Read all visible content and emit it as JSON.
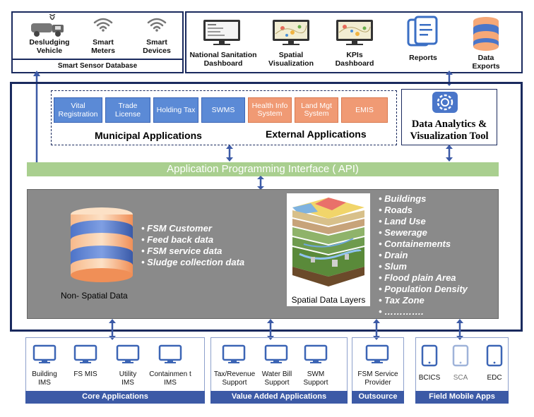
{
  "top_left": {
    "items": [
      {
        "label": "Desludging Vehicle",
        "icon": "truck-icon"
      },
      {
        "label": "Smart Meters",
        "icon": "wifi-icon"
      },
      {
        "label": "Smart Devices",
        "icon": "wifi-icon"
      }
    ],
    "footer": "Smart Sensor Database"
  },
  "top_right": {
    "items": [
      {
        "label": "National Sanitation  Dashboard",
        "icon": "monitor-list-icon"
      },
      {
        "label": "Spatial Visualization",
        "icon": "monitor-map-icon"
      },
      {
        "label": "KPIs Dashboard",
        "icon": "monitor-map-icon"
      },
      {
        "label": "Reports",
        "icon": "document-icon"
      },
      {
        "label": "Data Exports",
        "icon": "database-icon"
      }
    ]
  },
  "applications": {
    "municipal": [
      "Vital Registration",
      "Trade License",
      "Holding Tax",
      "SWMS"
    ],
    "external": [
      "Health Info System",
      "Land Mgt System",
      "EMIS"
    ],
    "municipal_title": "Municipal Applications",
    "external_title": "External Applications"
  },
  "analytics": {
    "title": "Data Analytics & Visualization Tool",
    "icon": "gear-cog-icon"
  },
  "api": {
    "label": "Application Programming Interface ( API)"
  },
  "data": {
    "non_spatial_label": "Non- Spatial Data",
    "non_spatial_items": [
      "FSM Customer",
      "Feed back data",
      "FSM service data",
      "Sludge collection data"
    ],
    "spatial_label": "Spatial Data Layers",
    "spatial_items": [
      "Buildings",
      "Roads",
      "Land Use",
      "Sewerage",
      "Containements",
      "Drain",
      "Slum",
      "Flood plain Area",
      "Population Density",
      "Tax Zone",
      "…………."
    ]
  },
  "bottom": {
    "core": {
      "title": "Core Applications",
      "items": [
        "Building IMS",
        "FS MIS",
        "Utility IMS",
        "Containmen t IMS"
      ]
    },
    "value_added": {
      "title": "Value Added Applications",
      "items": [
        "Tax/Revenue Support",
        "Water Bill Support",
        "SWM Support"
      ]
    },
    "outsource": {
      "title": "Outsource",
      "items": [
        "FSM Service Provider"
      ]
    },
    "field": {
      "title": "Field Mobile Apps",
      "items": [
        "BCICS",
        "SCA",
        "EDC"
      ]
    }
  },
  "colors": {
    "navy": "#1a2a5e",
    "blue": "#3c5aa6",
    "api_green": "#a9cf8f",
    "gray_panel": "#8a8a8a",
    "orange": "#f09a74",
    "muni_blue": "#5b8ad6"
  }
}
